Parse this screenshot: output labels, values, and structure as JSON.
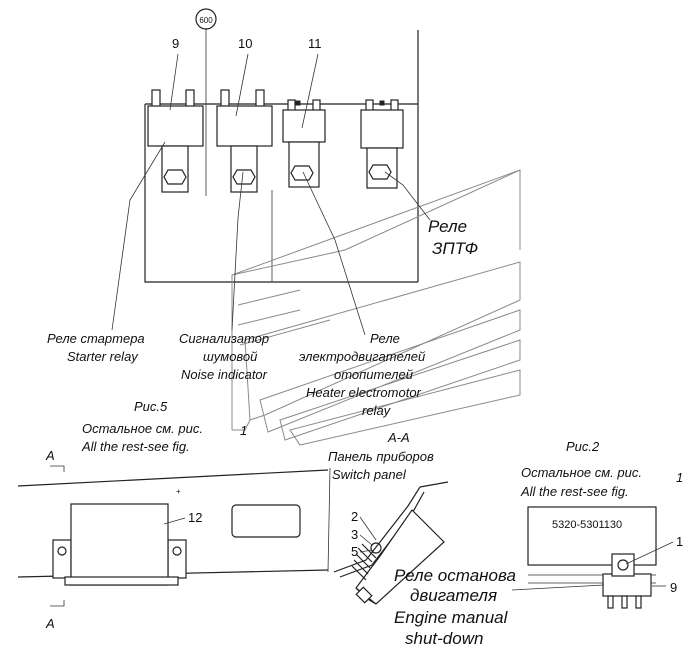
{
  "callouts": {
    "bubble": "600",
    "n9": "9",
    "n10": "10",
    "n11": "11",
    "n12": "12",
    "n2": "2",
    "n3": "3",
    "n5": "5",
    "n1": "1",
    "n9b": "9"
  },
  "labels": {
    "zptf_1": "Реле",
    "zptf_2": "ЗПТФ",
    "starter_ru": "Реле стартера",
    "starter_en": "Starter relay",
    "noise_ru1": "Сигнализатор",
    "noise_ru2": "шумовой",
    "noise_en": "Noise indicator",
    "heater_ru1": "Реле",
    "heater_ru2": "электродвигателей",
    "heater_ru3": "отопителей",
    "heater_en1": "Heater electromotor",
    "heater_en2": "relay",
    "fig5": "Рис.5",
    "rest_ru_1": "Остальное см. рис.",
    "rest_en_1": "All the rest-see fig.",
    "rest_num_1": "1",
    "fig2": "Рис.2",
    "rest_ru_2": "Остальное см. рис.",
    "rest_en_2": "All the rest-see fig.",
    "rest_num_2": "1",
    "section_aa": "А-А",
    "panel_ru": "Панель приборов",
    "panel_en": "Switch panel",
    "section_a_top": "А",
    "section_a_bottom": "А",
    "part_code": "5320-5301130",
    "shutdown_ru1": "Реле останова",
    "shutdown_ru2": "двигателя",
    "shutdown_en1": "Engine manual",
    "shutdown_en2": "shut-down"
  },
  "colors": {
    "ink": "#222222",
    "grey": "#8a8a8a",
    "background": "#ffffff"
  }
}
